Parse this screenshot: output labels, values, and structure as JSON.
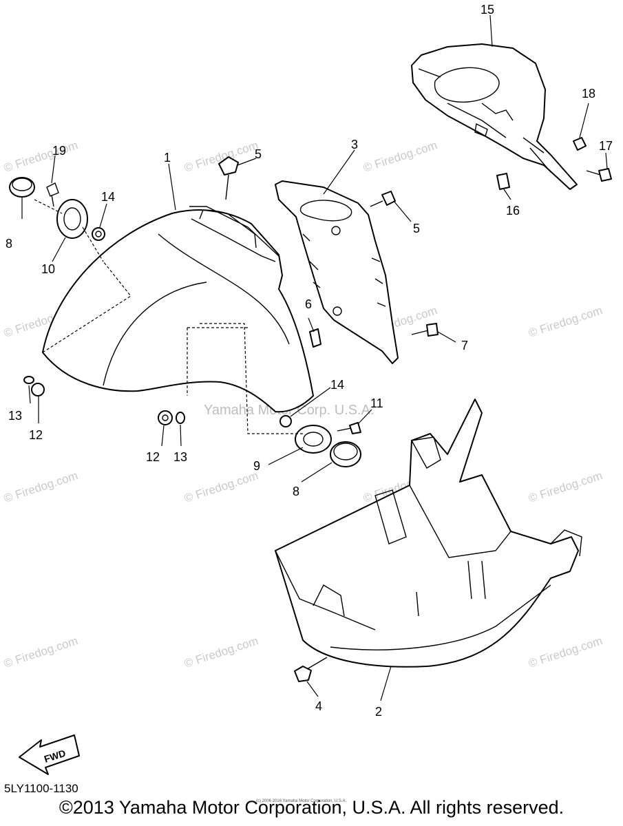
{
  "diagram": {
    "code": "5LY1100-1130",
    "copyright": "©2013 Yamaha Motor Corporation, U.S.A. All rights reserved.",
    "tiny_note": "(c) 2006 2016 Yamaha Motor Corporation, U.S.A.",
    "watermark_center": "Yamaha Motor Corp. U.S.A.",
    "watermark_tile": "© Firedog.com",
    "fwd_label": "FWD",
    "callouts": [
      "1",
      "2",
      "3",
      "4",
      "5",
      "5",
      "6",
      "7",
      "8",
      "8",
      "9",
      "10",
      "11",
      "12",
      "12",
      "13",
      "13",
      "14",
      "14",
      "15",
      "16",
      "17",
      "18",
      "19"
    ],
    "colors": {
      "line": "#000000",
      "background": "#ffffff",
      "watermark": "#c9c9c9"
    }
  }
}
